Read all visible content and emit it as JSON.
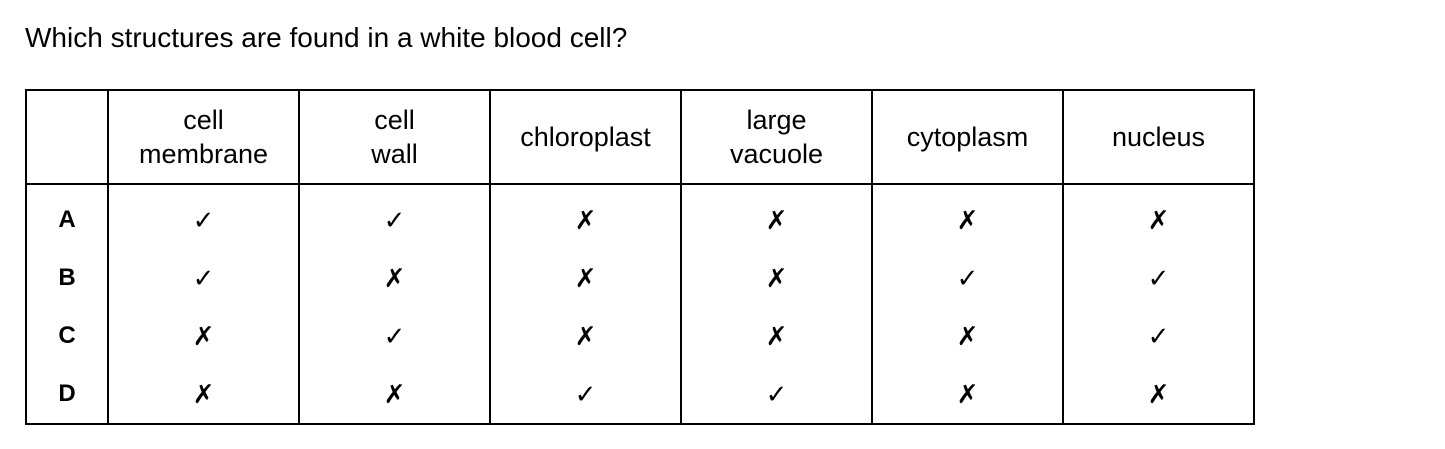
{
  "question": "Which structures are found in a white blood cell?",
  "symbols": {
    "yes": "✓",
    "no": "✗"
  },
  "columns": [
    "cell\nmembrane",
    "cell\nwall",
    "chloroplast",
    "large\nvacuole",
    "cytoplasm",
    "nucleus"
  ],
  "rows": [
    {
      "key": "A",
      "marks": [
        "✓",
        "✓",
        "✗",
        "✗",
        "✗",
        "✗"
      ]
    },
    {
      "key": "B",
      "marks": [
        "✓",
        "✗",
        "✗",
        "✗",
        "✓",
        "✓"
      ]
    },
    {
      "key": "C",
      "marks": [
        "✗",
        "✓",
        "✗",
        "✗",
        "✗",
        "✓"
      ]
    },
    {
      "key": "D",
      "marks": [
        "✗",
        "✗",
        "✓",
        "✓",
        "✗",
        "✗"
      ]
    }
  ]
}
